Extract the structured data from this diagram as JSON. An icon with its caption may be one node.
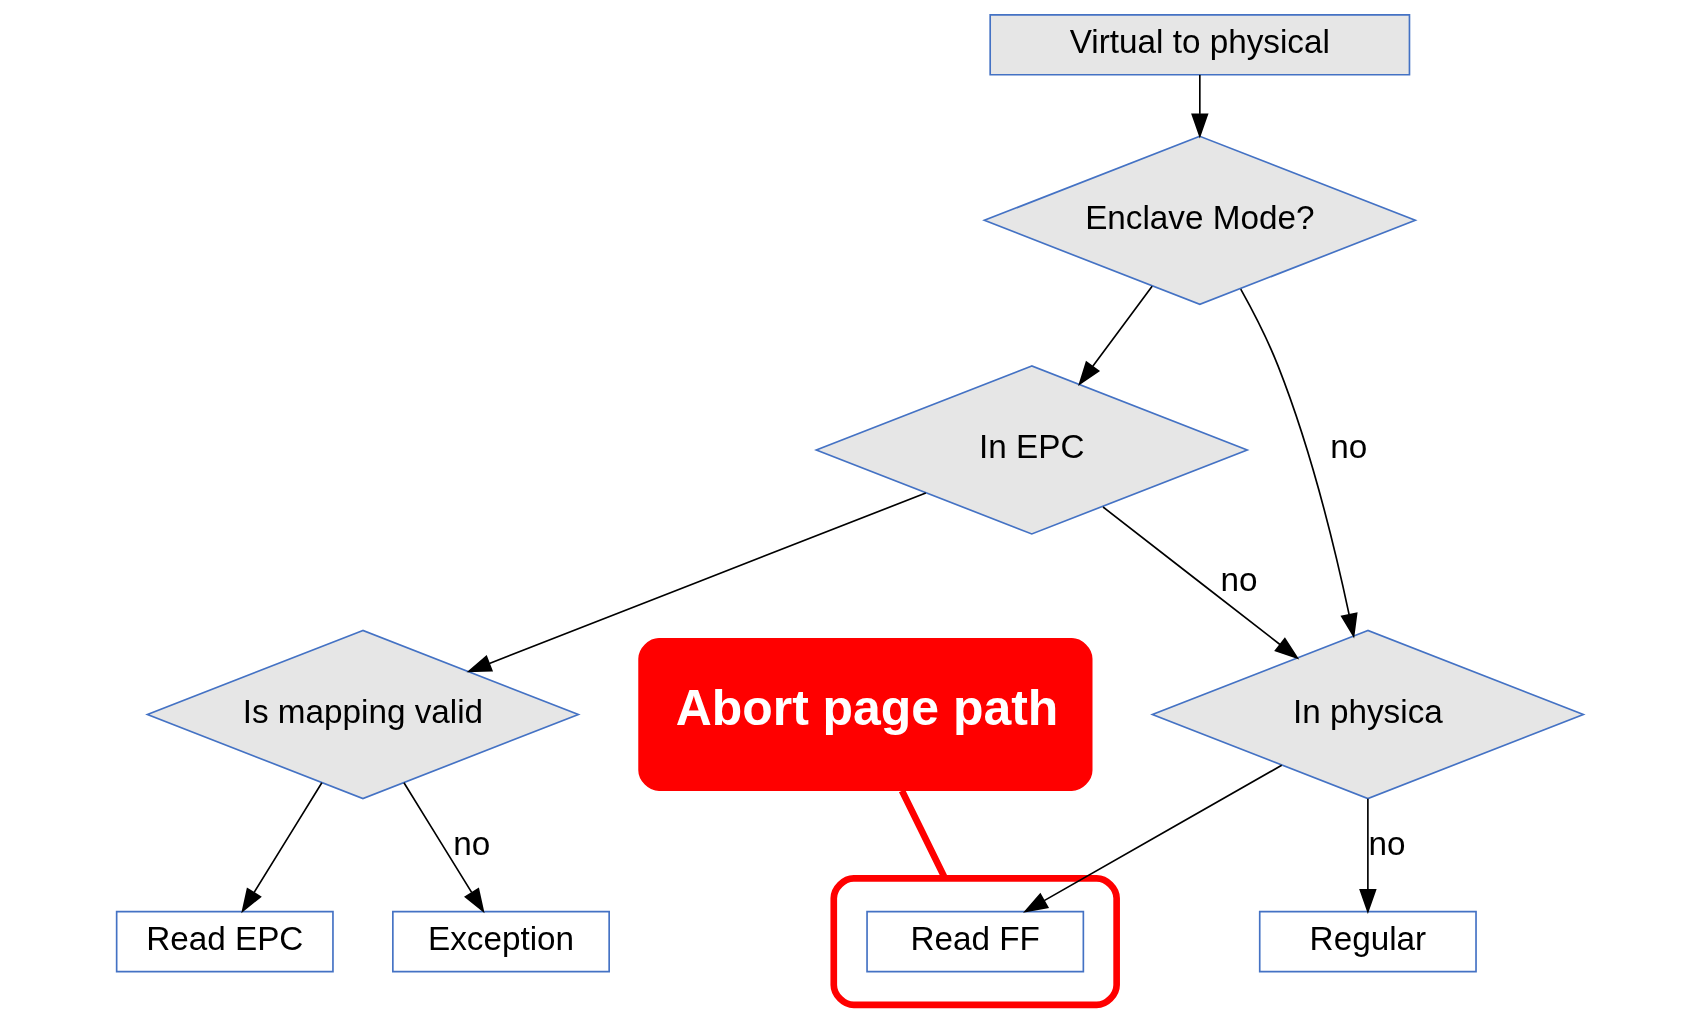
{
  "diagram": {
    "nodes": [
      {
        "text": [
          "Virtual to physical"
        ]
      },
      {
        "text": [
          "Enclave Mode?"
        ]
      },
      {
        "text": [
          "In EPC"
        ]
      },
      {
        "text": [
          "Is mapping valid"
        ]
      },
      {
        "text": [
          "In physica"
        ]
      },
      {
        "text": [
          "Exception"
        ]
      },
      {
        "text": [
          "Read EPC"
        ]
      },
      {
        "text": [],
        "shape": "ellipse"
      },
      {
        "text": [
          "Read FF"
        ],
        "in": 7
      },
      {
        "text": [
          "Regular"
        ]
      },
      {
        "text": [
          "Abort page path"
        ]
      }
    ],
    "edges": [
      {
        "from": 0,
        "to": 1,
        "arrow": "to"
      },
      {
        "from": 1,
        "to": 4,
        "arrow": "to",
        "label": "no"
      },
      {
        "from": 1,
        "to": 2,
        "arrow": "to"
      },
      {
        "from": 2,
        "to": 4,
        "arrow": "to",
        "label": "no"
      },
      {
        "from": 2,
        "to": 3,
        "arrow": "to"
      },
      {
        "from": 3,
        "to": 5,
        "arrow": "to",
        "label": "no"
      },
      {
        "from": 3,
        "to": 6,
        "arrow": "to"
      },
      {
        "from": 4,
        "to": 8,
        "arrow": "to"
      },
      {
        "from": 4,
        "to": 9,
        "arrow": "to",
        "label": "no"
      },
      {
        "from": 10,
        "to": 7,
        "arrow": "none",
        "style": "thick",
        "color": "#ff0000"
      }
    ]
  }
}
